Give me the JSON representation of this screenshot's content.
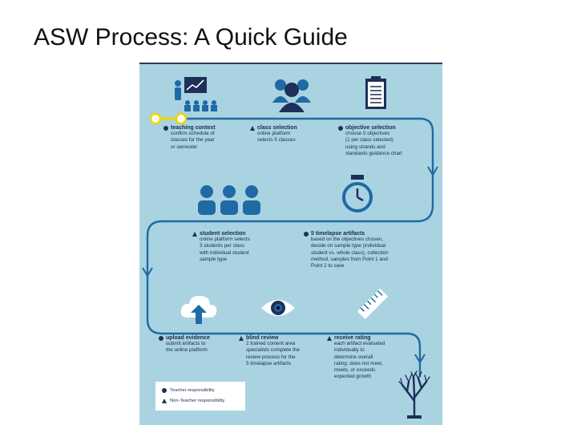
{
  "page": {
    "title": "ASW Process: A Quick Guide"
  },
  "colors": {
    "background": "#a9d3e0",
    "dark_blue": "#1d2f5a",
    "accent_blue": "#1f6aa5",
    "highlight_yellow": "#f4d300"
  },
  "steps": [
    {
      "marker": "circle",
      "title": "teaching context",
      "lines": [
        "confirm schedule of",
        "classes for the year",
        "or semester"
      ],
      "icon": "presentation-icon"
    },
    {
      "marker": "triangle",
      "title": "class selection",
      "lines": [
        "online platform",
        "selects 5 classes"
      ],
      "icon": "group-icon"
    },
    {
      "marker": "circle",
      "title": "objective selection",
      "lines": [
        "choose 5 objectives",
        "(1 per class selected)",
        "using strands and",
        "standards guidance chart"
      ],
      "icon": "clipboard-icon"
    },
    {
      "marker": "triangle",
      "title": "student selection",
      "lines": [
        "online platform selects",
        "3 students per class",
        "with individual student",
        "sample type"
      ],
      "icon": "students-icon"
    },
    {
      "marker": "circle",
      "title": "5 timelapse artifacts",
      "lines": [
        "based on the objectives chosen,",
        "decide on sample type (individual",
        "student vs. whole class), collection",
        "method, samples from Point 1 and",
        "Point 2 to save"
      ],
      "icon": "stopwatch-icon"
    },
    {
      "marker": "circle",
      "title": "upload evidence",
      "lines": [
        "submit artifacts to",
        "the online platform"
      ],
      "icon": "cloud-upload-icon"
    },
    {
      "marker": "triangle",
      "title": "blind review",
      "lines": [
        "2 trained content area",
        "specialists complete the",
        "review process for the",
        "5 timelapse artifacts"
      ],
      "icon": "eye-icon"
    },
    {
      "marker": "triangle",
      "title": "receive rating",
      "lines": [
        "each artifact evaluated",
        "individually to",
        "determine overall",
        "rating: does not meet,",
        "meets, or exceeds",
        "expected growth"
      ],
      "icon": "ruler-icon"
    }
  ],
  "legend": [
    {
      "marker": "circle",
      "label": "Teacher responsibility"
    },
    {
      "marker": "triangle",
      "label": "Non-Teacher responsibility"
    }
  ]
}
